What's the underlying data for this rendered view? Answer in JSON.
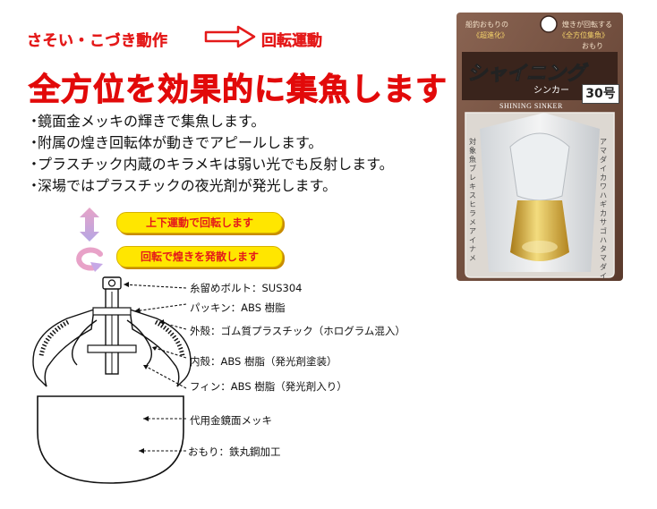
{
  "tagline": {
    "text": "さそい・こづき動作",
    "result": "回転運動"
  },
  "headline": "全方位を効果的に集魚します",
  "features": [
    "鏡面金メッキの輝きで集魚します。",
    "附属の煌き回転体が動きでアピールします。",
    "プラスチック内蔵のキラメキは弱い光でも反射します。",
    "深場ではプラスチックの夜光剤が発光します。"
  ],
  "bullet": "・",
  "motions": [
    "上下運動で回転します",
    "回転で煌きを発散します"
  ],
  "parts": [
    "糸留めボルト：SUS304",
    "パッキン：ABS 樹脂",
    "外殻：ゴム質プラスチック（ホログラム混入）",
    "内殻：ABS 樹脂（発光剤塗装）",
    "フィン：ABS 樹脂（発光剤入り）",
    "代用金鏡面メッキ",
    "おもり：鉄丸鋼加工"
  ],
  "package": {
    "top_left": "船釣おもりの",
    "top_left_sub": "《超進化》",
    "top_right": "煌きが回転する",
    "top_right_sub": "《全方位集魚》",
    "top_right_end": "おもり",
    "brand": "シャイニング",
    "brand_sub": "シンカー",
    "size": "30号",
    "english": "SHINING SINKER",
    "side_left": "対象魚 ブレ キス ヒラメ アイナメ",
    "side_right": "アマダイ カワハギ カサゴ ハタ マダイ"
  },
  "colors": {
    "accent_red": "#e41a1a",
    "pill_yellow": "#ffe600",
    "package_brown": "#6e4a3a",
    "gold": "#d8ad3a"
  }
}
